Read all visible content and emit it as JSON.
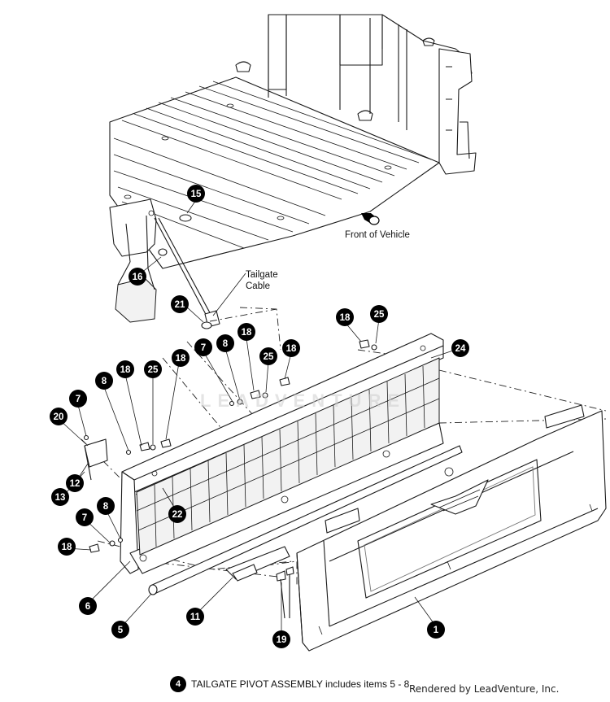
{
  "diagram": {
    "labels": {
      "front_of_vehicle": "Front of Vehicle",
      "tailgate_cable_line1": "Tailgate",
      "tailgate_cable_line2": "Cable"
    },
    "callouts": [
      "15",
      "16",
      "21",
      "18",
      "25",
      "24",
      "18",
      "8",
      "7",
      "25",
      "18",
      "8",
      "18",
      "25",
      "18",
      "7",
      "20",
      "12",
      "13",
      "22",
      "7",
      "8",
      "18",
      "6",
      "5",
      "11",
      "19",
      "1"
    ],
    "footer": {
      "item_number": "4",
      "text": "TAILGATE PIVOT ASSEMBLY includes items 5 - 8"
    },
    "credit": "Rendered by LeadVenture, Inc.",
    "watermark": "LEADVENTURE"
  }
}
